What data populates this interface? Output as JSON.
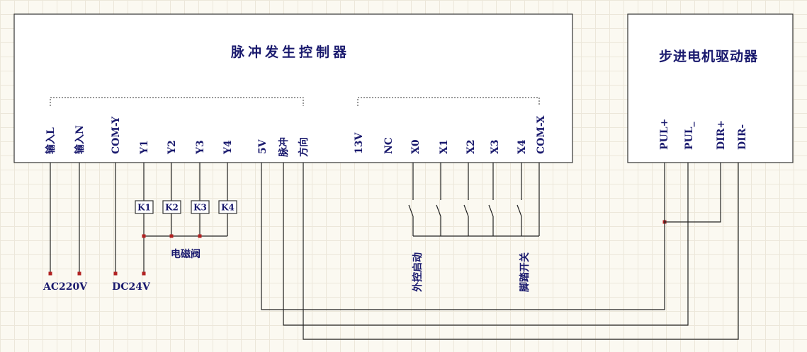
{
  "controller": {
    "title": "脉冲发生控制器",
    "pins_left": [
      "输入L",
      "输入N",
      "COM-Y",
      "Y1",
      "Y2",
      "Y3",
      "Y4",
      "5V",
      "脉冲",
      "方向"
    ],
    "pins_right": [
      "13V",
      "NC",
      "X0",
      "X1",
      "X2",
      "X3",
      "X4",
      "COM-X"
    ]
  },
  "driver": {
    "title": "步进电机驱动器",
    "pins": [
      "PUL+",
      "PUL_",
      "DIR+",
      "DIR-"
    ]
  },
  "relays": [
    "K1",
    "K2",
    "K3",
    "K4"
  ],
  "labels": {
    "solenoid": "电磁阀",
    "ac": "AC220V",
    "dc": "DC24V",
    "ext_start": "外控启动",
    "foot_switch": "脚踏开关"
  }
}
